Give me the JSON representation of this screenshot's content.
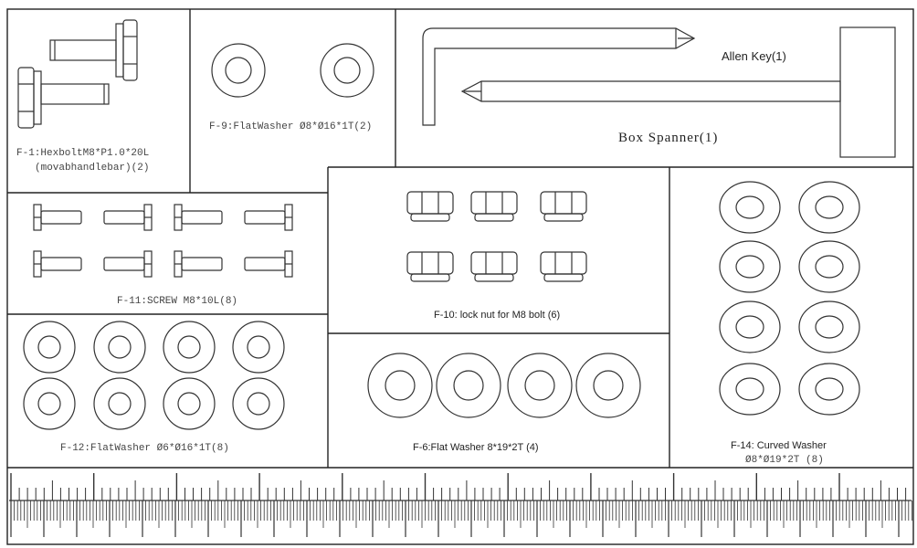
{
  "panels": {
    "hexbolt": {
      "line1": "F-1:HexboltM8*P1.0*20L",
      "line2": "(movabhandlebar)(2)"
    },
    "flatwasher_f9": {
      "label": "F-9:FlatWasher Ø8*Ø16*1T(2)"
    },
    "allen_key": {
      "label": "Allen Key(1)"
    },
    "box_spanner": {
      "label": "Box Spanner(1)"
    },
    "screw_f11": {
      "label": "F-11:SCREW M8*10L(8)"
    },
    "lock_nut_f10": {
      "label": "F-10: lock nut for M8 bolt (6)"
    },
    "flatwasher_f12": {
      "label": "F-12:FlatWasher Ø6*Ø16*1T(8)"
    },
    "flatwasher_f6": {
      "label": "F-6:Flat Washer  8*19*2T (4)"
    },
    "curved_washer_f14": {
      "line1": "F-14:  Curved Washer",
      "line2": "Ø8*Ø19*2T  (8)"
    }
  },
  "colors": {
    "line": "#333333",
    "background": "#ffffff"
  },
  "icons": [
    "hex-bolt-icon",
    "flat-washer-icon",
    "allen-key-icon",
    "box-spanner-icon",
    "screw-icon",
    "lock-nut-icon",
    "curved-washer-icon",
    "ruler-scale"
  ]
}
